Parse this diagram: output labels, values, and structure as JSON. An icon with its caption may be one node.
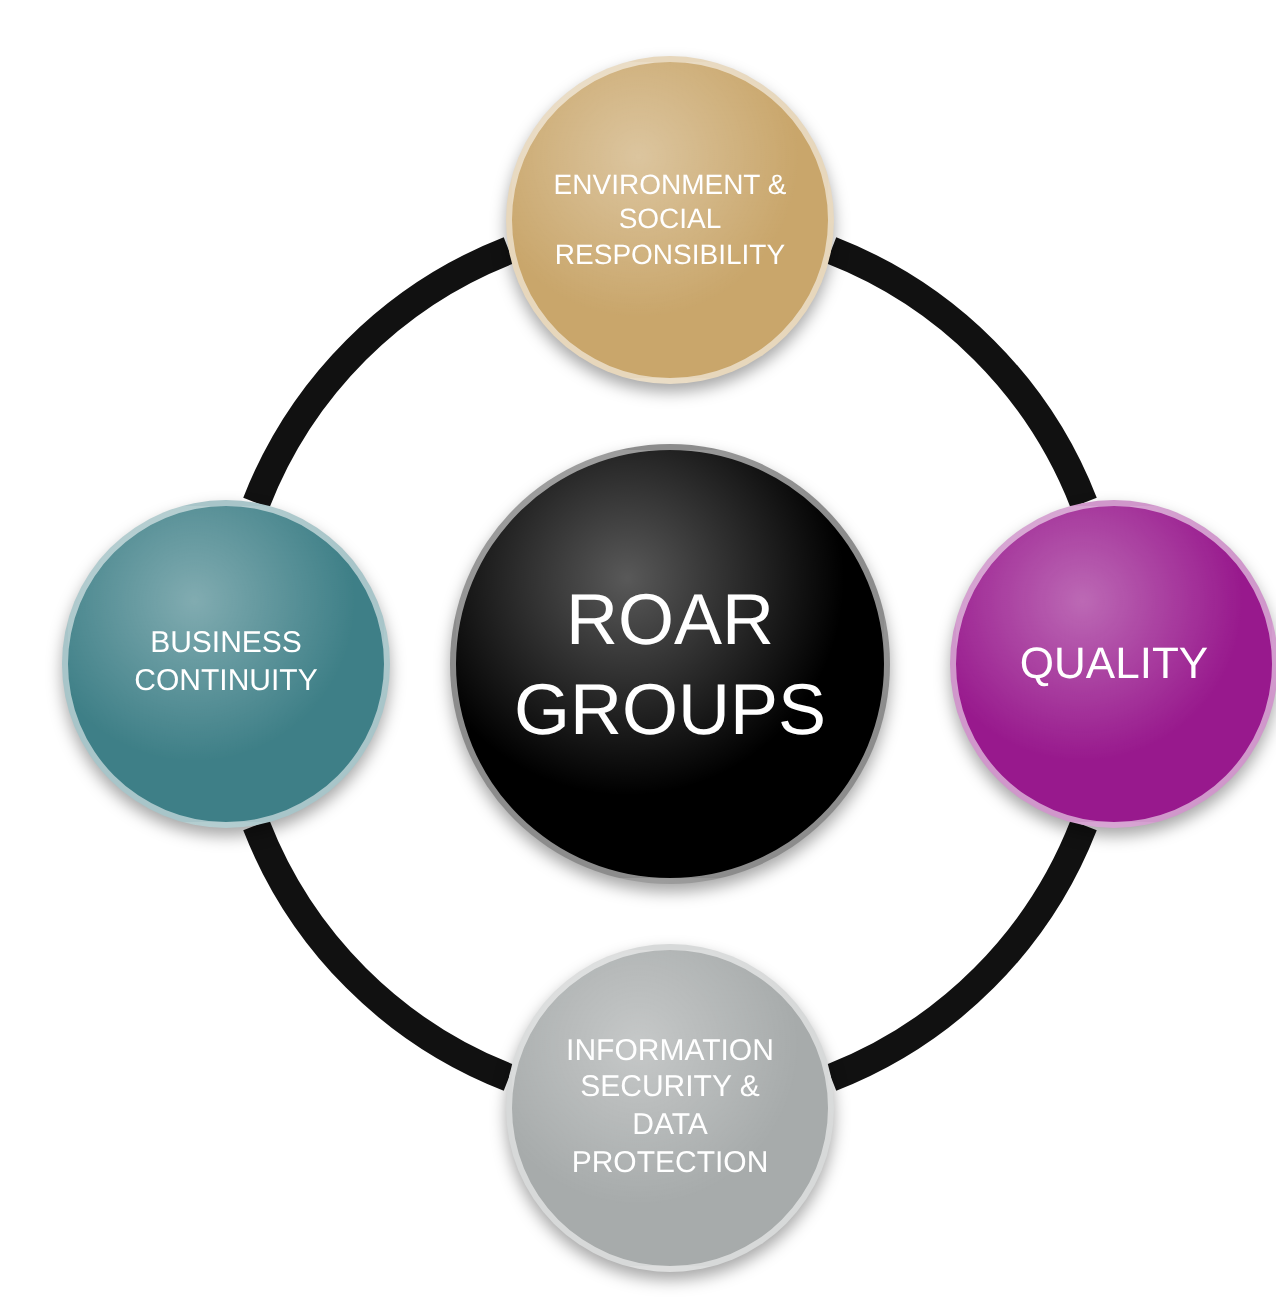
{
  "diagram": {
    "nodes": [
      {
        "text": [
          "ENVIRONMENT & SOCIAL RESPONSIBILITY"
        ]
      },
      {
        "text": [
          "BUSINESS CONTINUITY"
        ]
      },
      {
        "text": [
          "ROAR GROUPS"
        ]
      },
      {
        "text": [
          "QUALITY"
        ]
      },
      {
        "text": [
          "INFORMATION SECURITY & DATA PROTECTION"
        ]
      }
    ],
    "edges": [
      {
        "from": 0,
        "to": 3,
        "arrow": "none"
      },
      {
        "from": 3,
        "to": 4,
        "arrow": "none"
      },
      {
        "from": 4,
        "to": 1,
        "arrow": "none"
      },
      {
        "from": 1,
        "to": 0,
        "arrow": "none"
      }
    ]
  }
}
